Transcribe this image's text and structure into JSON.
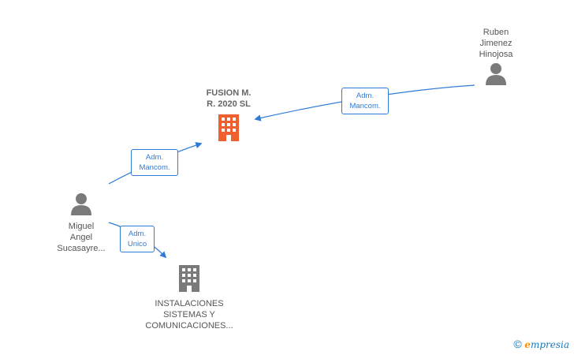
{
  "nodes": {
    "fusion": {
      "label": "FUSION M.\nR. 2020  SL",
      "type": "company",
      "color": "#f0602e"
    },
    "instalaciones": {
      "label": "INSTALACIONES\nSISTEMAS Y\nCOMUNICACIONES...",
      "type": "company",
      "color": "#7a7a7a"
    },
    "ruben": {
      "label": "Ruben\nJimenez\nHinojosa",
      "type": "person",
      "color": "#7a7a7a"
    },
    "miguel": {
      "label": "Miguel\nAngel\nSucasayre...",
      "type": "person",
      "color": "#7a7a7a"
    }
  },
  "edges": [
    {
      "from": "ruben",
      "to": "fusion",
      "label_line1": "Adm.",
      "label_line2": "Mancom."
    },
    {
      "from": "miguel",
      "to": "fusion",
      "label_line1": "Adm.",
      "label_line2": "Mancom."
    },
    {
      "from": "miguel",
      "to": "instalaciones",
      "label_line1": "Adm.",
      "label_line2": "Unico"
    }
  ],
  "colors": {
    "edge": "#2f7bd6",
    "company_highlight": "#f0602e",
    "neutral_icon": "#7a7a7a"
  },
  "footer": {
    "copyright_symbol": "©",
    "brand_first_letter": "e",
    "brand_rest": "mpresia"
  }
}
